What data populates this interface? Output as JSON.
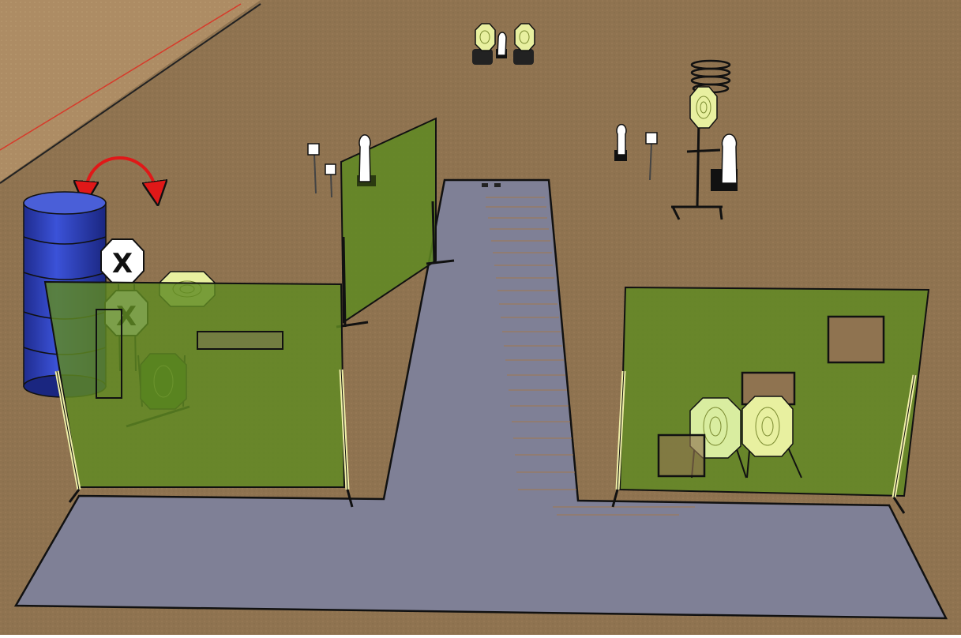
{
  "scene": {
    "type": "3d shooting stage layout",
    "colors": {
      "ground": "#8f7350",
      "ground_far": "#a48660",
      "shooting_area": "#7f8096",
      "wall_green": "#5f8a22",
      "barrel": "#2d3fbf",
      "arrow": "#e01818",
      "target_light": "#e8f0a0",
      "target_dark": "#3f6a1a",
      "no_shoot": "#ffffff",
      "steel": "#ffffff",
      "outline": "#111111"
    },
    "no_shoot_marks": [
      "X",
      "X"
    ],
    "elements": {
      "walls": [
        "left-wall",
        "center-wall",
        "right-wall"
      ],
      "targets": [
        "paper-target-left-1",
        "paper-target-left-2",
        "paper-target-right-1",
        "paper-target-right-2",
        "paper-target-far-1",
        "paper-target-far-2",
        "paper-target-swinger"
      ],
      "steel": [
        "popper-far",
        "popper-center",
        "popper-right-1",
        "popper-right-2",
        "plate-stand-1",
        "plate-stand-2",
        "plate-stand-3"
      ],
      "props": [
        "blue-barrel",
        "swing-arrow",
        "spring-icon"
      ]
    }
  }
}
